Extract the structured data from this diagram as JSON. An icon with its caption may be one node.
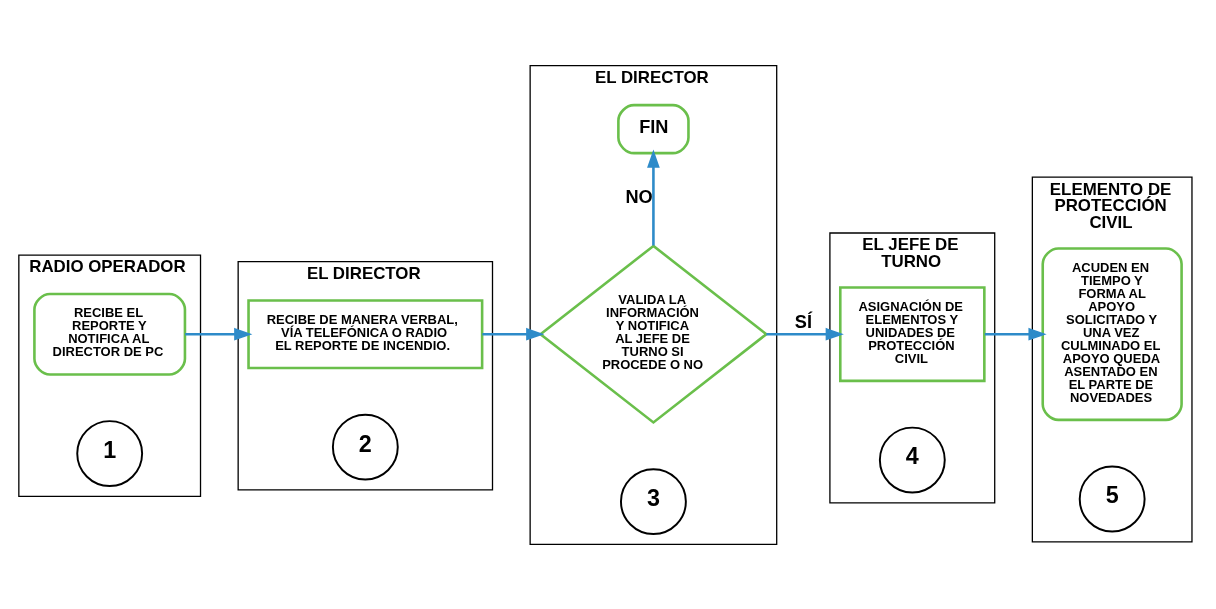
{
  "diagram": {
    "nodes": [
      {
        "text": [
          "RADIO OPERADOR"
        ]
      },
      {
        "text": [
          "RECIBE EL REPORTE Y NOTIFICA AL DIRECTOR DE PC"
        ],
        "in": 0
      },
      {
        "text": [
          "1"
        ],
        "in": 0
      },
      {
        "text": [
          "EL DIRECTOR"
        ]
      },
      {
        "text": [
          "RECIBE DE MANERA VERBAL, VÍA TELEFÓNICA O RADIO EL REPORTE DE INCENDIO."
        ],
        "in": 3
      },
      {
        "text": [
          "2"
        ],
        "in": 3
      },
      {
        "text": [
          "EL DIRECTOR"
        ]
      },
      {
        "text": [
          "VALIDA LA INFORMACIÓN Y NOTIFICA AL JEFE DE TURNO SI PROCEDE O NO"
        ],
        "in": 6
      },
      {
        "text": [
          "3"
        ],
        "in": 6
      },
      {
        "text": [
          "FIN"
        ],
        "in": 6
      },
      {
        "text": [
          "EL JEFE DE TURNO"
        ]
      },
      {
        "text": [
          "ASIGNACIÓN DE ELEMENTOS Y UNIDADES DE PROTECCIÓN CIVIL"
        ],
        "in": 10
      },
      {
        "text": [
          "4"
        ],
        "in": 10
      },
      {
        "text": [
          "ELEMENTO DE PROTECCIÓN CIVIL"
        ]
      },
      {
        "text": [
          "ACUDEN EN TIEMPO Y FORMA AL APOYO SOLICITADO Y UNA VEZ CULMINADO EL APOYO QUEDA ASENTADO EN EL PARTE DE NOVEDADES"
        ],
        "in": 13
      },
      {
        "text": [
          "5"
        ],
        "in": 13
      }
    ],
    "edges": [
      {
        "from": 1,
        "to": 4,
        "arrow": "to"
      },
      {
        "from": 4,
        "to": 7,
        "arrow": "to"
      },
      {
        "from": 7,
        "to": 11,
        "arrow": "to",
        "label": "SÍ"
      },
      {
        "from": 7,
        "to": 9,
        "arrow": "to",
        "label": "NO"
      },
      {
        "from": 11,
        "to": 14,
        "arrow": "to"
      }
    ]
  }
}
